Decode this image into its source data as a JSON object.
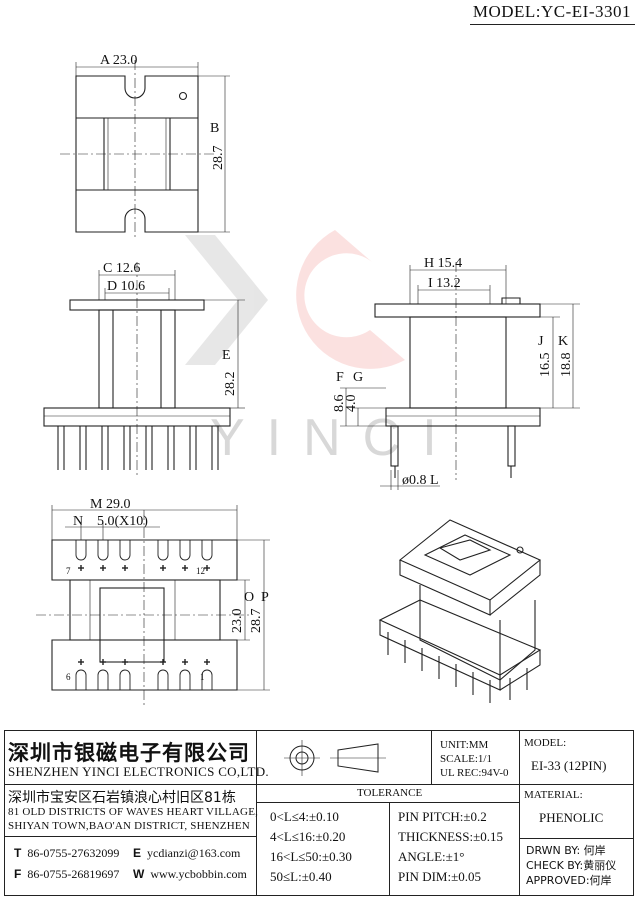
{
  "header": {
    "model_label": "MODEL:",
    "model_value": "YC-EI-3301"
  },
  "dimensions": {
    "A": "A 23.0",
    "B": "B",
    "B_val": "28.7",
    "C": "C 12.6",
    "D": "D 10.6",
    "E": "E",
    "E_val": "28.2",
    "H": "H 15.4",
    "I": "I 13.2",
    "J": "J",
    "J_val": "16.5",
    "K": "K",
    "K_val": "18.8",
    "F": "F",
    "F_val": "8.6",
    "G": "G",
    "G_val": "4.0",
    "L": "ø0.8  L",
    "M": "M 29.0",
    "N": "N",
    "N_val": "5.0(X10)",
    "O": "O",
    "O_val": "23.0",
    "P": "P",
    "P_val": "28.7",
    "pin7": "7",
    "pin12": "12",
    "pin6": "6",
    "pin1": "1"
  },
  "watermark": {
    "text": "YINCI"
  },
  "title_block": {
    "company_cn": "深圳市银磁电子有限公司",
    "company_en": "SHENZHEN YINCI ELECTRONICS CO,LTD.",
    "address_cn": "深圳市宝安区石岩镇浪心村旧区81栋",
    "address_en1": "81 OLD DISTRICTS OF WAVES HEART VILLAGE,",
    "address_en2": "SHIYAN TOWN,BAO'AN DISTRICT, SHENZHEN",
    "tel_label": "T",
    "tel": "86-0755-27632099",
    "email_label": "E",
    "email": "ycdianzi@163.com",
    "fax_label": "F",
    "fax": "86-0755-26819697",
    "web_label": "W",
    "web": "www.ycbobbin.com",
    "unit": "UNIT:MM",
    "scale": "SCALE:1/1",
    "ul_rec": "UL REC:94V-0",
    "tolerance_title": "TOLERANCE",
    "tol_rows": [
      "0<L≤4:±0.10",
      "4<L≤16:±0.20",
      "16<L≤50:±0.30",
      "50≤L:±0.40"
    ],
    "tol_right": [
      "PIN PITCH:±0.2",
      "THICKNESS:±0.15",
      "ANGLE:±1°",
      "PIN DIM:±0.05"
    ],
    "model_label": "MODEL:",
    "model_value": "EI-33 (12PIN)",
    "material_label": "MATERIAL:",
    "material_value": "PHENOLIC",
    "drwn": "DRWN BY: 何岸",
    "check": "CHECK BY:黄丽仪",
    "approved": "APPROVED:何岸"
  }
}
